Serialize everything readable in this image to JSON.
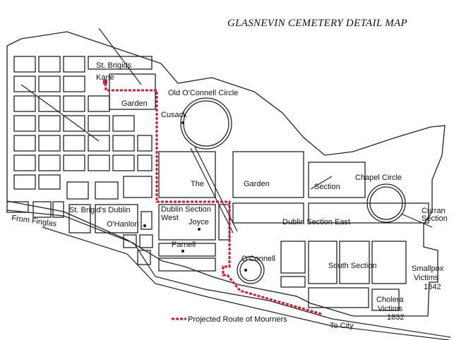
{
  "title": "GLASNEVIN CEMETERY DETAIL MAP",
  "labels": {
    "st_brigids": "St. Brigids",
    "kane": "Kane",
    "garden_left": "Garden",
    "old_oconnell_circle": "Old O'Connell Circle",
    "cusack": "Cusack",
    "the": "The",
    "garden": "Garden",
    "section": "Section",
    "chapel_circle": "Chapel Circle",
    "curran": "Curran",
    "curran_section": "Section",
    "st_brigids_dublin": "St. Brigid's Dublin",
    "ohanlon": "O'Hanlon",
    "dublin_section_west_1": "Dublin Section",
    "dublin_section_west_2": "West",
    "joyce": "Joyce",
    "dublin_section_east": "Dublin Section East",
    "parnell": "Parnell",
    "oconnell": "O'Connell",
    "south_section": "South Section",
    "smallpox_1": "Smallpox",
    "smallpox_2": "Victims",
    "smallpox_3": "1842",
    "cholera_1": "Cholera",
    "cholera_2": "Victims",
    "cholera_3": "1832",
    "from_finglas": "From Finglas",
    "to_city": "To City"
  },
  "legend": {
    "route_label": "Projected  Route of Mourners"
  },
  "colors": {
    "route": "#d8182a",
    "ink": "#222222"
  }
}
